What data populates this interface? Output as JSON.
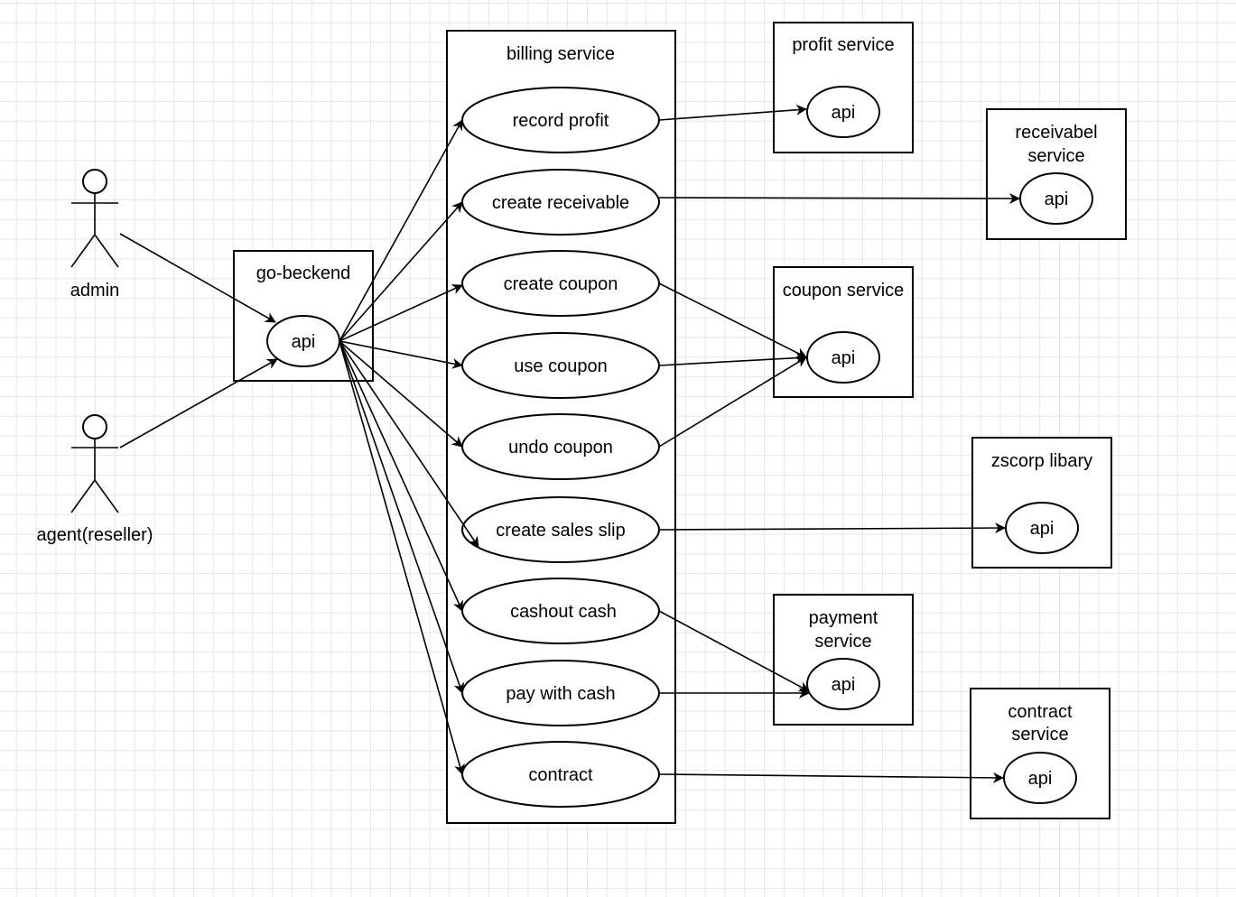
{
  "actors": {
    "admin": "admin",
    "agent": "agent(reseller)"
  },
  "gateway": {
    "title": "go-beckend",
    "endpoint": "api"
  },
  "billing": {
    "title": "billing service",
    "use_cases": [
      "record profit",
      "create receivable",
      "create coupon",
      "use coupon",
      "undo coupon",
      "create sales slip",
      "cashout cash",
      "pay with cash",
      "contract"
    ]
  },
  "services": {
    "profit": {
      "title": "profit service",
      "endpoint": "api"
    },
    "receivable": {
      "title_line1": "receivabel",
      "title_line2": "service",
      "endpoint": "api"
    },
    "coupon": {
      "title": "coupon service",
      "endpoint": "api"
    },
    "zscorp": {
      "title": "zscorp libary",
      "endpoint": "api"
    },
    "payment": {
      "title_line1": "payment",
      "title_line2": "service",
      "endpoint": "api"
    },
    "contract": {
      "title_line1": "contract",
      "title_line2": "service",
      "endpoint": "api"
    }
  }
}
